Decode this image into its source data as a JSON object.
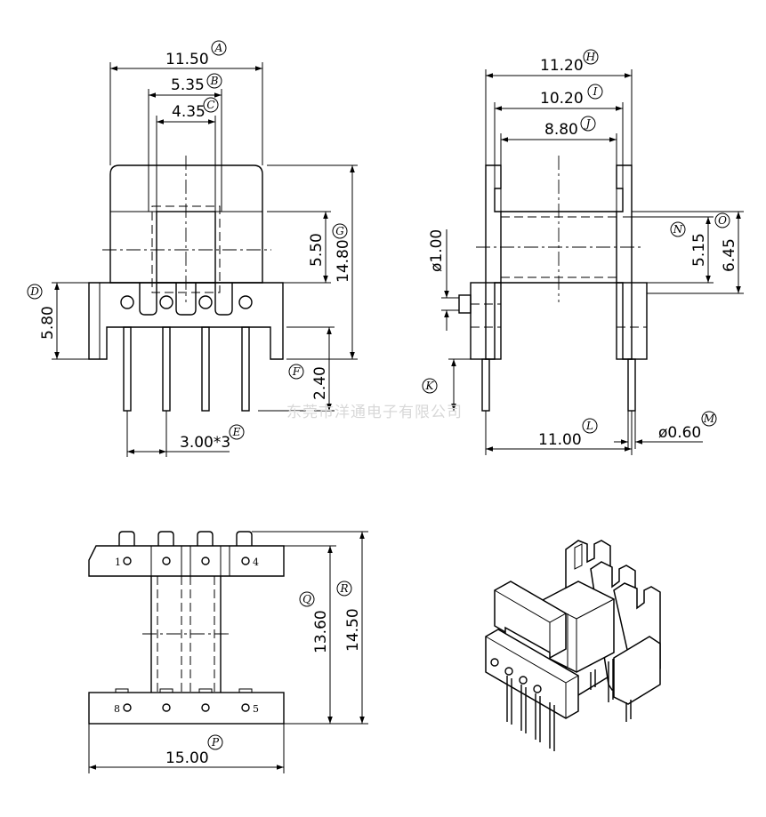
{
  "watermark": "东莞市洋通电子有限公司",
  "dimensions": {
    "A": {
      "value": "11.50",
      "tag": "A"
    },
    "B": {
      "value": "5.35",
      "tag": "B"
    },
    "C": {
      "value": "4.35",
      "tag": "C"
    },
    "D": {
      "value": "5.80",
      "tag": "D"
    },
    "E": {
      "value": "3.00*3",
      "tag": "E"
    },
    "F": {
      "value": "2.40",
      "tag": "F"
    },
    "G": {
      "value": "14.80",
      "tag": "G"
    },
    "H": {
      "value": "11.20",
      "tag": "H"
    },
    "I": {
      "value": "10.20",
      "tag": "I"
    },
    "J": {
      "value": "8.80",
      "tag": "J"
    },
    "K": {
      "value": "ø1.00",
      "tag": "K"
    },
    "L": {
      "value": "11.00",
      "tag": "L"
    },
    "M": {
      "value": "ø0.60",
      "tag": "M"
    },
    "N": {
      "value": "5.15",
      "tag": "N"
    },
    "O": {
      "value": "6.45",
      "tag": "O"
    },
    "P": {
      "value": "15.00",
      "tag": "P"
    },
    "Q": {
      "value": "13.60",
      "tag": "Q"
    },
    "R": {
      "value": "14.50",
      "tag": "R"
    },
    "inner": {
      "value": "5.50"
    }
  },
  "pins": {
    "p1": "1",
    "p4": "4",
    "p5": "5",
    "p8": "8"
  }
}
